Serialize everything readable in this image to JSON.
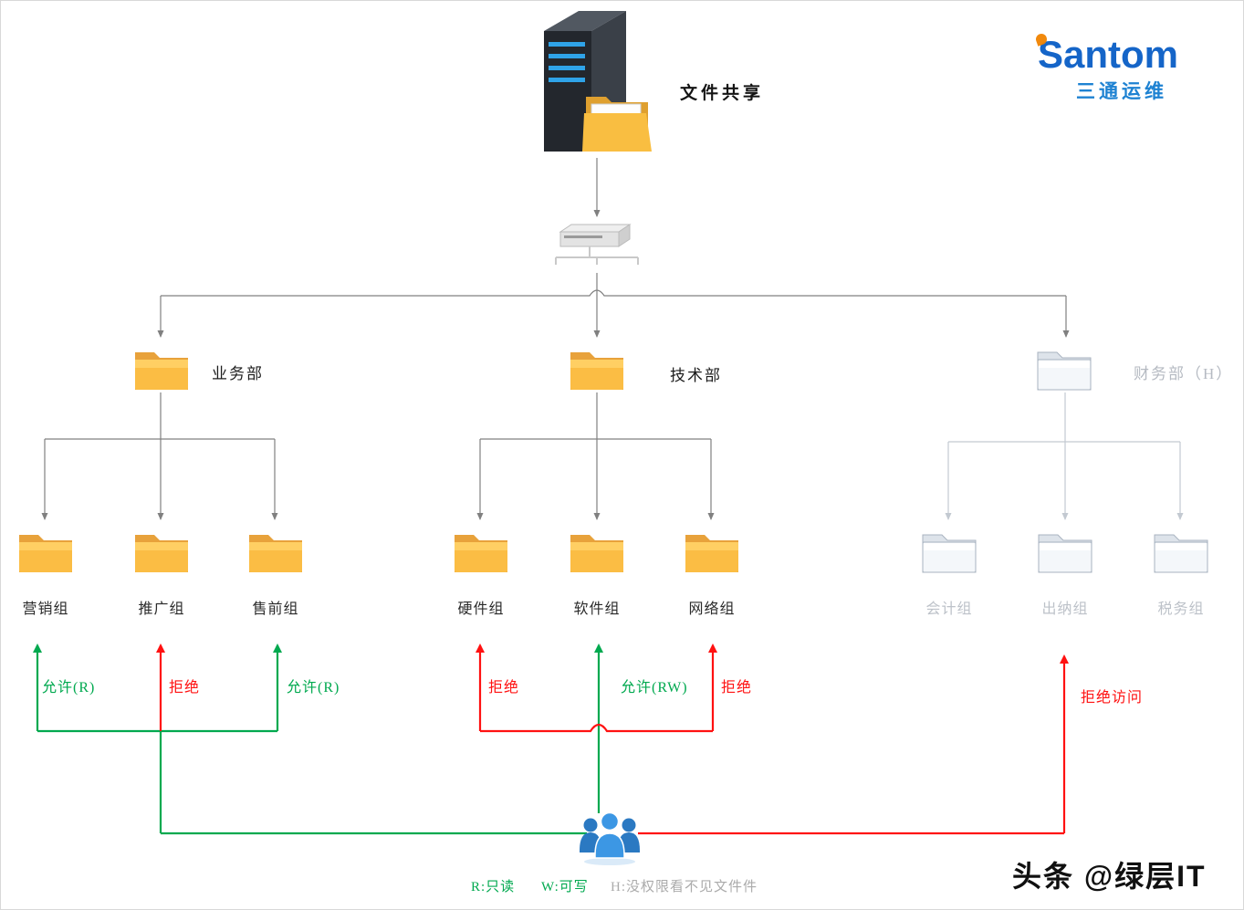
{
  "brand": {
    "name": "Santom",
    "subtitle": "三通运维"
  },
  "server": {
    "label": "文件共享"
  },
  "departments": [
    {
      "label": "业务部"
    },
    {
      "label": "技术部"
    },
    {
      "label": "财务部（H）"
    }
  ],
  "groups": [
    "营销组",
    "推广组",
    "售前组",
    "硬件组",
    "软件组",
    "网络组",
    "会计组",
    "出纳组",
    "税务组"
  ],
  "permissions": [
    "允许(R)",
    "拒绝",
    "允许(R)",
    "拒绝",
    "允许(RW)",
    "拒绝",
    "拒绝访问"
  ],
  "legend": {
    "read": "R:只读",
    "write": "W:可写",
    "hidden": "H:没权限看不见文件件"
  },
  "watermark": "头条 @绿层IT",
  "colors": {
    "allow_green": "#00A94F",
    "deny_red": "#FF1111",
    "tree_gray": "#808080",
    "muted_gray": "#C3C9D1",
    "brand_blue": "#1565C8",
    "folder_yellow": "#FBBD44"
  }
}
